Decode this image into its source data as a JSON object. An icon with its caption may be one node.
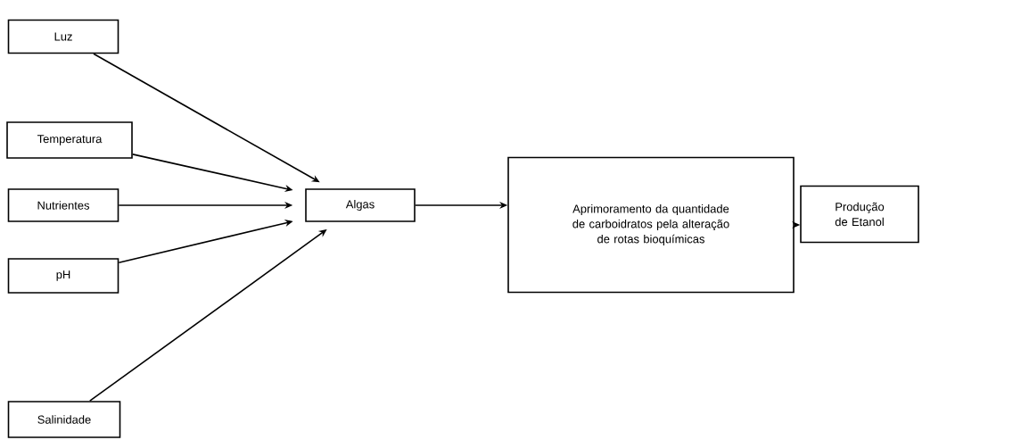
{
  "diagram": {
    "nodes": [
      {
        "text": [
          "Luz"
        ]
      },
      {
        "text": [
          "Temperatura"
        ]
      },
      {
        "text": [
          "Nutrientes"
        ]
      },
      {
        "text": [
          "pH"
        ]
      },
      {
        "text": [
          "Salinidade"
        ]
      },
      {
        "text": [
          "Algas"
        ]
      },
      {
        "text": [
          "Aprimoramento da quantidade de carboidratos pela alteração de rotas bioquímicas"
        ]
      },
      {
        "text": [
          "Produção de Etanol"
        ]
      }
    ],
    "edges": [
      {
        "from": 0,
        "to": 5,
        "arrow": "to"
      },
      {
        "from": 1,
        "to": 5,
        "arrow": "to"
      },
      {
        "from": 2,
        "to": 5,
        "arrow": "to"
      },
      {
        "from": 3,
        "to": 5,
        "arrow": "to"
      },
      {
        "from": 4,
        "to": 5,
        "arrow": "to"
      },
      {
        "from": 5,
        "to": 6,
        "arrow": "to"
      },
      {
        "from": 6,
        "to": 7,
        "arrow": "to"
      }
    ]
  }
}
